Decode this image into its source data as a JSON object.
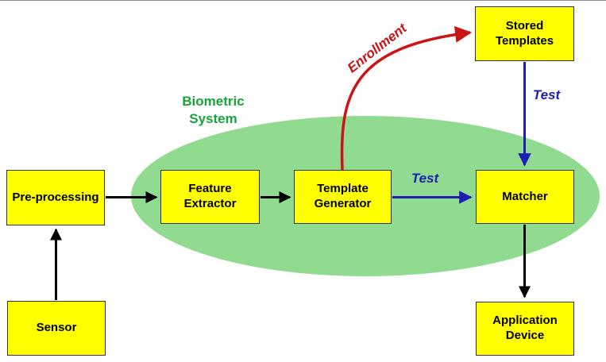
{
  "diagram": {
    "system": {
      "label": "Biometric\nSystem"
    },
    "nodes": {
      "pre_processing": {
        "label": "Pre-processing"
      },
      "sensor": {
        "label": "Sensor"
      },
      "feature_extractor": {
        "label": "Feature\nExtractor"
      },
      "template_generator": {
        "label": "Template\nGenerator"
      },
      "stored_templates": {
        "label": "Stored\nTemplates"
      },
      "matcher": {
        "label": "Matcher"
      },
      "application_device": {
        "label": "Application\nDevice"
      }
    },
    "edge_labels": {
      "enrollment": "Enrollment",
      "test_template_to_matcher": "Test",
      "test_stored_to_matcher": "Test"
    },
    "colors": {
      "box_fill": "#FFFF00",
      "box_border": "#333300",
      "ellipse_fill": "#90DB90",
      "system_label": "#17A539",
      "enrollment_arrow": "#CC1414",
      "test_arrow": "#1E1EB4",
      "flow_arrow": "#000000"
    }
  }
}
